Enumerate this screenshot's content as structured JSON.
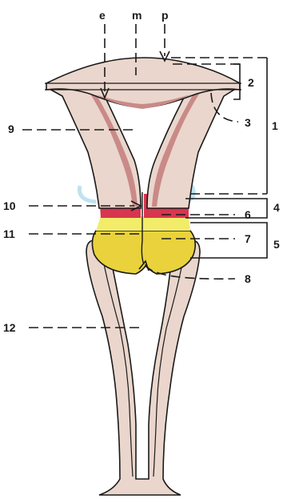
{
  "labels": {
    "e": "e",
    "m": "m",
    "p": "p",
    "n1": "1",
    "n2": "2",
    "n3": "3",
    "n4": "4",
    "n5": "5",
    "n6": "6",
    "n7": "7",
    "n8": "8",
    "n9": "9",
    "n10": "10",
    "n11": "11",
    "n12": "12"
  },
  "colors": {
    "body_fill": "#ead6cc",
    "inner_lining": "#c98a88",
    "red_band": "#d8354f",
    "yellow_upper": "#f2ec6a",
    "yellow_lower": "#e9d23c",
    "outline": "#1a1a1a",
    "halo": "#bfe3ee"
  }
}
